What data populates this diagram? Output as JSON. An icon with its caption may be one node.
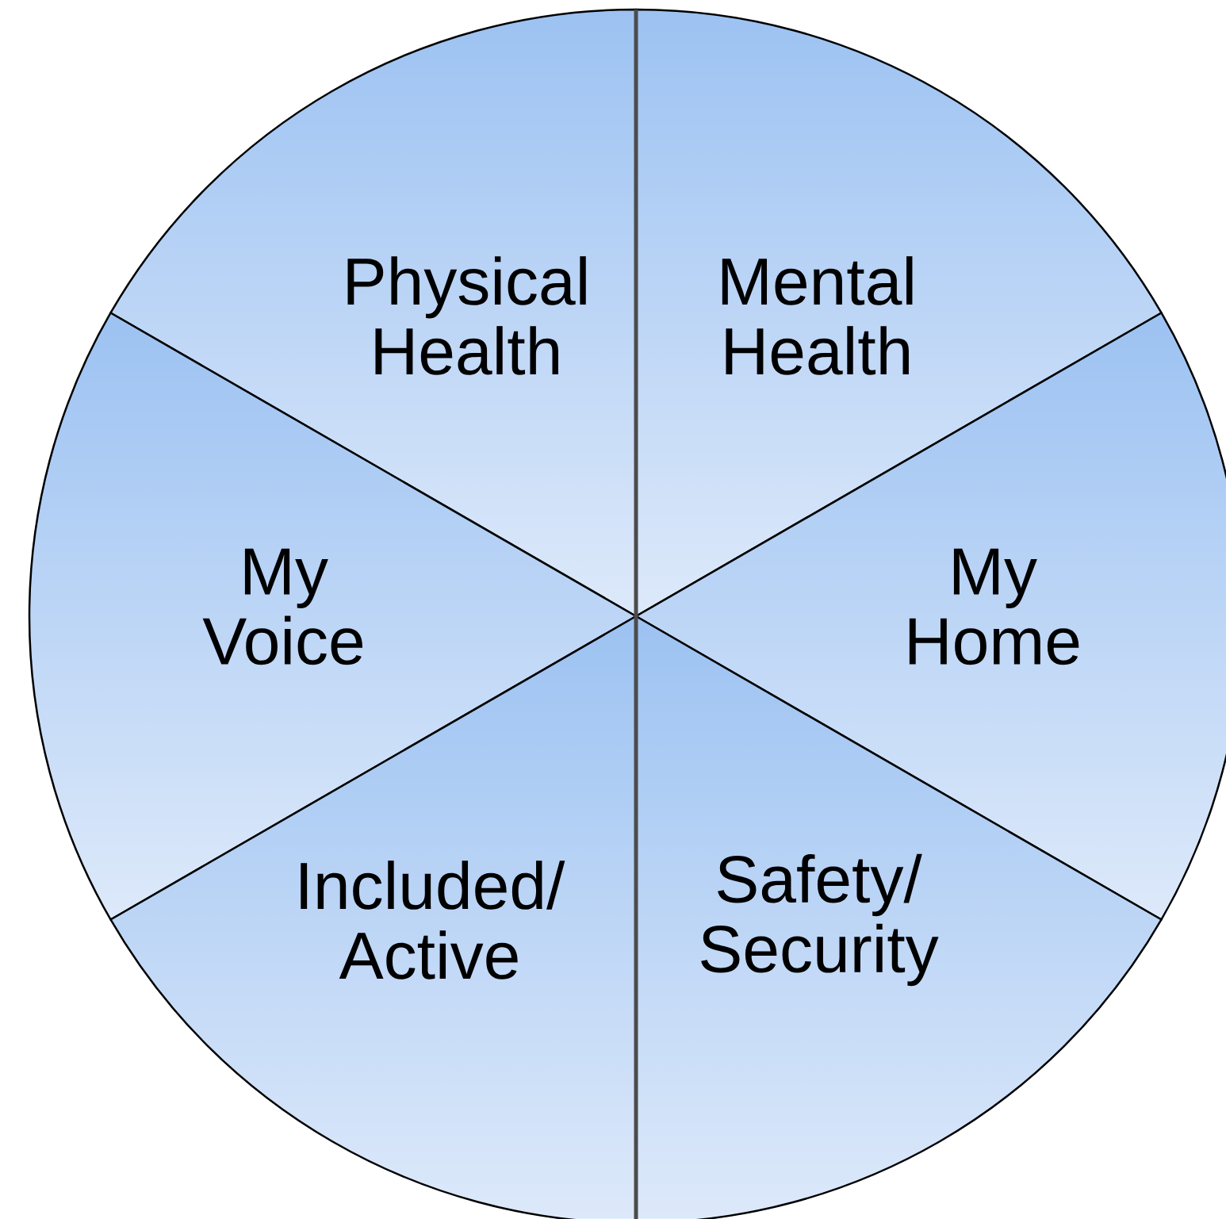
{
  "diagram": {
    "nodes": [
      {
        "text": [
          "Physical Health"
        ]
      },
      {
        "text": [
          "Mental Health"
        ]
      },
      {
        "text": [
          "My Voice"
        ]
      },
      {
        "text": [
          "My Home"
        ]
      },
      {
        "text": [
          "Included/ Active"
        ]
      },
      {
        "text": [
          "Safety/ Security"
        ]
      }
    ]
  }
}
